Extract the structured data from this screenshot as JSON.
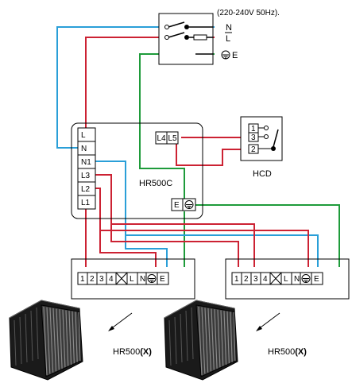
{
  "supply": {
    "voltage_label": "(220-240V 50Hz).",
    "neutral_label": "N",
    "live_label": "L",
    "earth_label": "E"
  },
  "controller": {
    "name": "HR500C",
    "terminals_left": [
      "L",
      "N",
      "N1",
      "L3",
      "L2",
      "L1"
    ],
    "terminals_right": [
      "L4",
      "L5"
    ],
    "earth_label": "E"
  },
  "hcd": {
    "name": "HCD",
    "terminals": [
      "1",
      "3",
      "2"
    ]
  },
  "fan_block": {
    "terminals": [
      "1",
      "2",
      "3",
      "4",
      "L",
      "N",
      "E"
    ]
  },
  "fans": [
    {
      "model": "HR500",
      "suffix": "(X)"
    },
    {
      "model": "HR500",
      "suffix": "(X)"
    }
  ],
  "colors": {
    "live": "#cc2233",
    "neutral": "#2a9fd8",
    "earth": "#1e9b3a",
    "box": "#000000"
  }
}
